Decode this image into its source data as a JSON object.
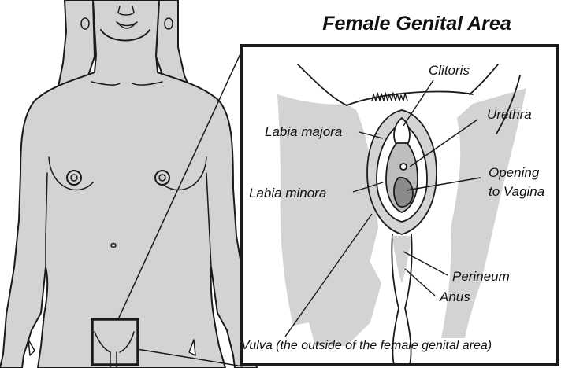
{
  "diagram": {
    "title": "Female Genital Area",
    "labels": {
      "clitoris": "Clitoris",
      "urethra": "Urethra",
      "labia_majora": "Labia majora",
      "labia_minora": "Labia minora",
      "opening_line1": "Opening",
      "opening_line2": "to Vagina",
      "perineum": "Perineum",
      "anus": "Anus",
      "vulva": "Vulva (the outside of the female genital area)"
    },
    "colors": {
      "skin": "#d3d3d3",
      "outline": "#1a1a1a",
      "inset_background": "#ffffff",
      "dark_tissue": "#8a8a8a"
    }
  }
}
